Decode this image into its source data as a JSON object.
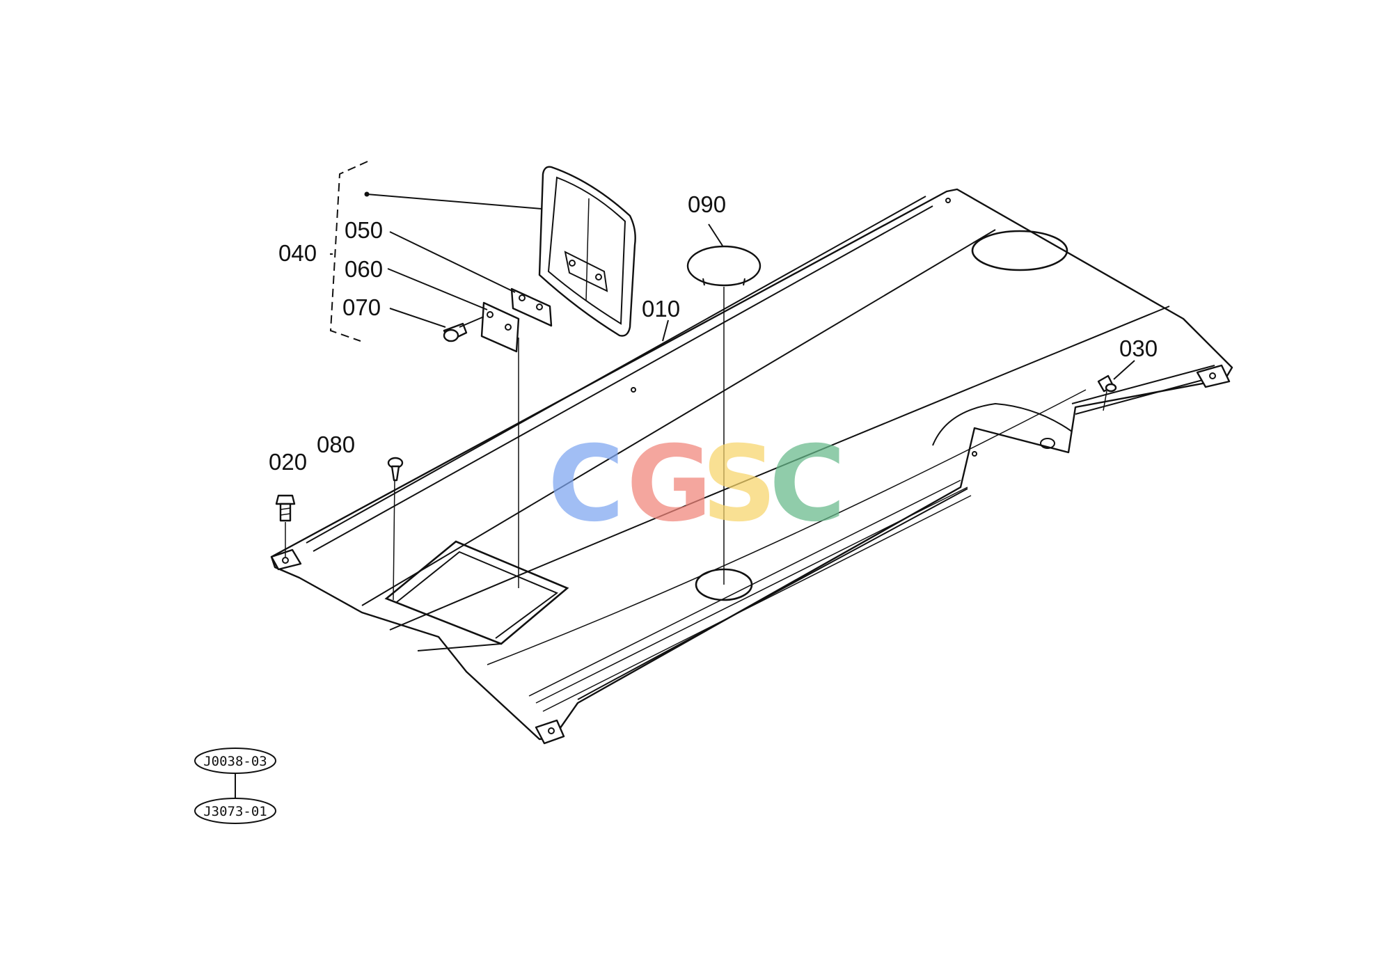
{
  "callouts": {
    "c010": "010",
    "c020": "020",
    "c030": "030",
    "c040": "040",
    "c050": "050",
    "c060": "060",
    "c070": "070",
    "c080": "080",
    "c090": "090"
  },
  "references": {
    "top": "J0038-03",
    "bottom": "J3073-01"
  },
  "watermark": {
    "letters": [
      "C",
      "G",
      "S",
      "C"
    ],
    "colors": [
      "#7ea6f0",
      "#f0847a",
      "#f7d56a",
      "#66b98a"
    ]
  }
}
